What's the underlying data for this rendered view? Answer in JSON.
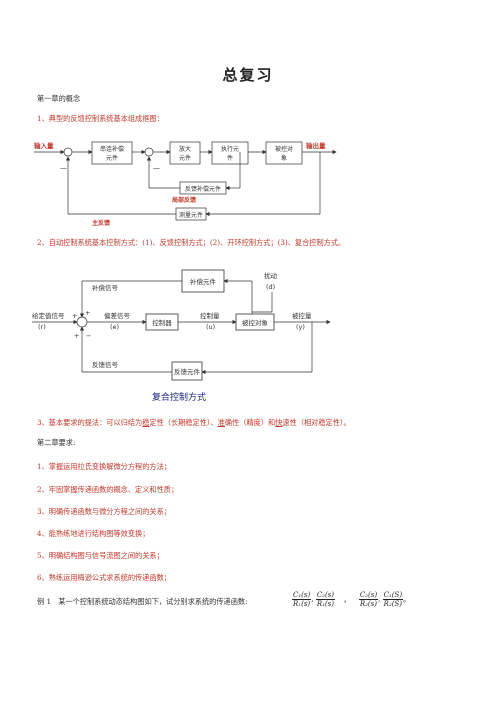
{
  "title": "总复习",
  "chapter1": {
    "heading": "第一章的概念",
    "item1": "1、典型的反馈控制系统基本组成框图：",
    "diagram1": {
      "input": "输入量",
      "output": "输出量",
      "box1": [
        "串连补偿",
        "元件"
      ],
      "box2": [
        "放大",
        "元件"
      ],
      "box3": [
        "执行元",
        "件"
      ],
      "box4": [
        "被控对",
        "象"
      ],
      "box5": "反馈补偿元件",
      "box6": "测量元件",
      "local_fb": "局部反馈",
      "main_fb": "主反馈",
      "minus": "—"
    },
    "item2": "2、自动控制系统基本控制方式：(1)、反馈控制方式；(2)、开环控制方式；(3)、复合控制方式。",
    "diagram2": {
      "comp_signal": "补偿信号",
      "comp_box": "补偿元件",
      "disturb": "扰动",
      "disturb_var": "(d)",
      "given": "给定值信号",
      "given_var": "(r)",
      "deviation": "偏差信号",
      "deviation_var": "(e)",
      "controller": "控制器",
      "ctrl_qty": "控制量",
      "ctrl_var": "(u)",
      "plant": "被控对象",
      "out_qty": "被控量",
      "out_var": "(y)",
      "fb_signal": "反馈信号",
      "fb_box": "反馈元件",
      "caption": "复合控制方式",
      "plus": "+",
      "minus": "−"
    },
    "item3_pre": "3、基本要求的提法：可以归结为",
    "item3_s1": "稳",
    "item3_m1": "定性（长期稳定性）、",
    "item3_s2": "准",
    "item3_m2": "确性（精度）和",
    "item3_s3": "快",
    "item3_end": "速性（相对稳定性）。"
  },
  "chapter2": {
    "heading": "第二章要求:",
    "items": [
      "1、掌握运用拉氏变换解微分方程的方法；",
      "2、牢固掌握传递函数的概念、定义和性质；",
      "3、明确传递函数与微分方程之间的关系；",
      "4、能熟练地进行结构图等效变换；",
      "5、明确结构图与信号流图之间的关系；",
      "6、熟练运用梅逊公式求系统的传递函数；"
    ],
    "example": "例 1　某一个控制系统动态结构图如下，试分别求系统的传递函数:",
    "f1n": "C₁(s)",
    "f1d": "R₁(s)",
    "f2n": "C₂(s)",
    "f2d": "R₁(s)",
    "f3n": "C₂(s)",
    "f3d": "R₂(s)",
    "f4n": "C₁(S)",
    "f4d": "R₂(S)",
    "sep1": ",",
    "sep2": "，",
    "sep3": ",",
    "endmark": "。"
  }
}
